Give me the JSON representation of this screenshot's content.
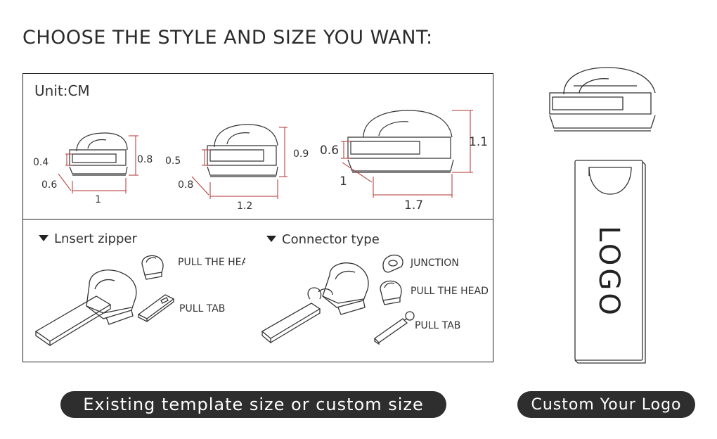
{
  "heading": "CHOOSE THE STYLE AND SIZE YOU WANT:",
  "unit": "Unit:CM",
  "sizes": [
    {
      "height": "0.8",
      "opening": "0.4",
      "depth": "0.6",
      "width": "1"
    },
    {
      "height": "0.9",
      "opening": "0.5",
      "depth": "0.8",
      "width": "1.2"
    },
    {
      "height": "1.1",
      "opening": "0.6",
      "depth": "1",
      "width": "1.7"
    }
  ],
  "insert_zipper": {
    "label": "Lnsert zipper",
    "parts": [
      "PULL THE HEAD",
      "PULL TAB"
    ]
  },
  "connector_type": {
    "label": "Connector type",
    "parts": [
      "JUNCTION",
      "PULL THE HEAD",
      "PULL TAB"
    ]
  },
  "usb_logo": "LOGO",
  "buttons": {
    "template": "Existing template size or custom size",
    "custom_logo": "Custom Your Logo"
  }
}
